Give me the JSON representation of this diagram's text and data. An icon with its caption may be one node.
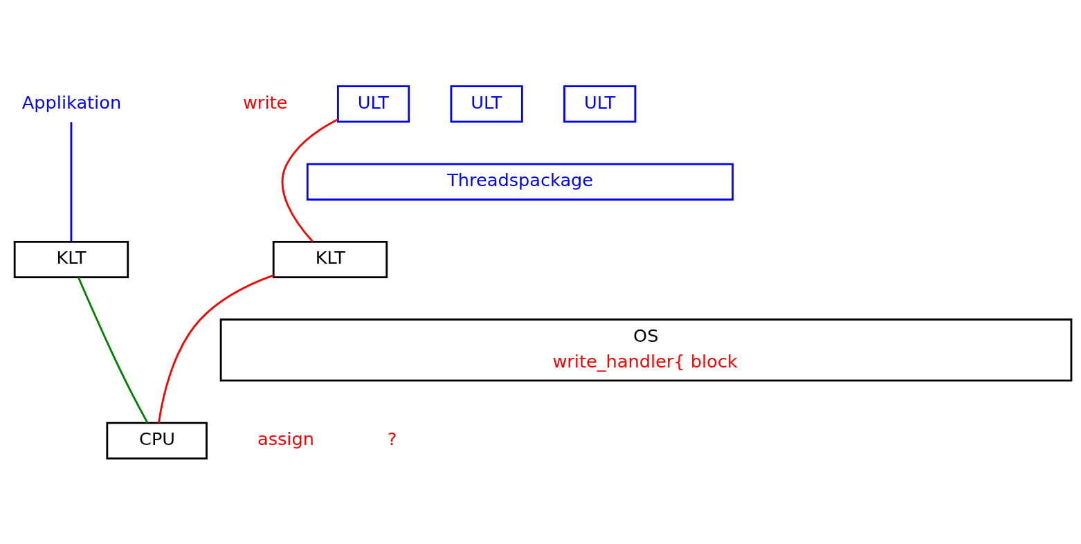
{
  "diagram": {
    "nodes": [
      {
        "text": [
          "ULT"
        ],
        "beside": [
          "write"
        ]
      },
      {
        "text": [
          "ULT"
        ]
      },
      {
        "text": [
          "ULT"
        ]
      },
      {
        "text": [
          "Threadspackage"
        ]
      },
      {
        "text": [
          "Applikation"
        ]
      },
      {
        "text": [
          "KLT"
        ]
      },
      {
        "text": [
          "KLT"
        ]
      },
      {
        "text": [
          "OS",
          "write_handler{ block"
        ]
      },
      {
        "text": [
          "CPU"
        ]
      }
    ],
    "edges": [
      {
        "from": 0,
        "to": 5,
        "arrow": "none",
        "color": "#ff0000"
      },
      {
        "from": 5,
        "to": 8,
        "arrow": "none",
        "color": "#ff0000"
      },
      {
        "from": 6,
        "to": 8,
        "arrow": "none",
        "color": "#008000"
      },
      {
        "from": 4,
        "to": 6,
        "arrow": "none",
        "color": "#0000ff"
      }
    ],
    "labels": [
      "assign",
      "?"
    ]
  }
}
